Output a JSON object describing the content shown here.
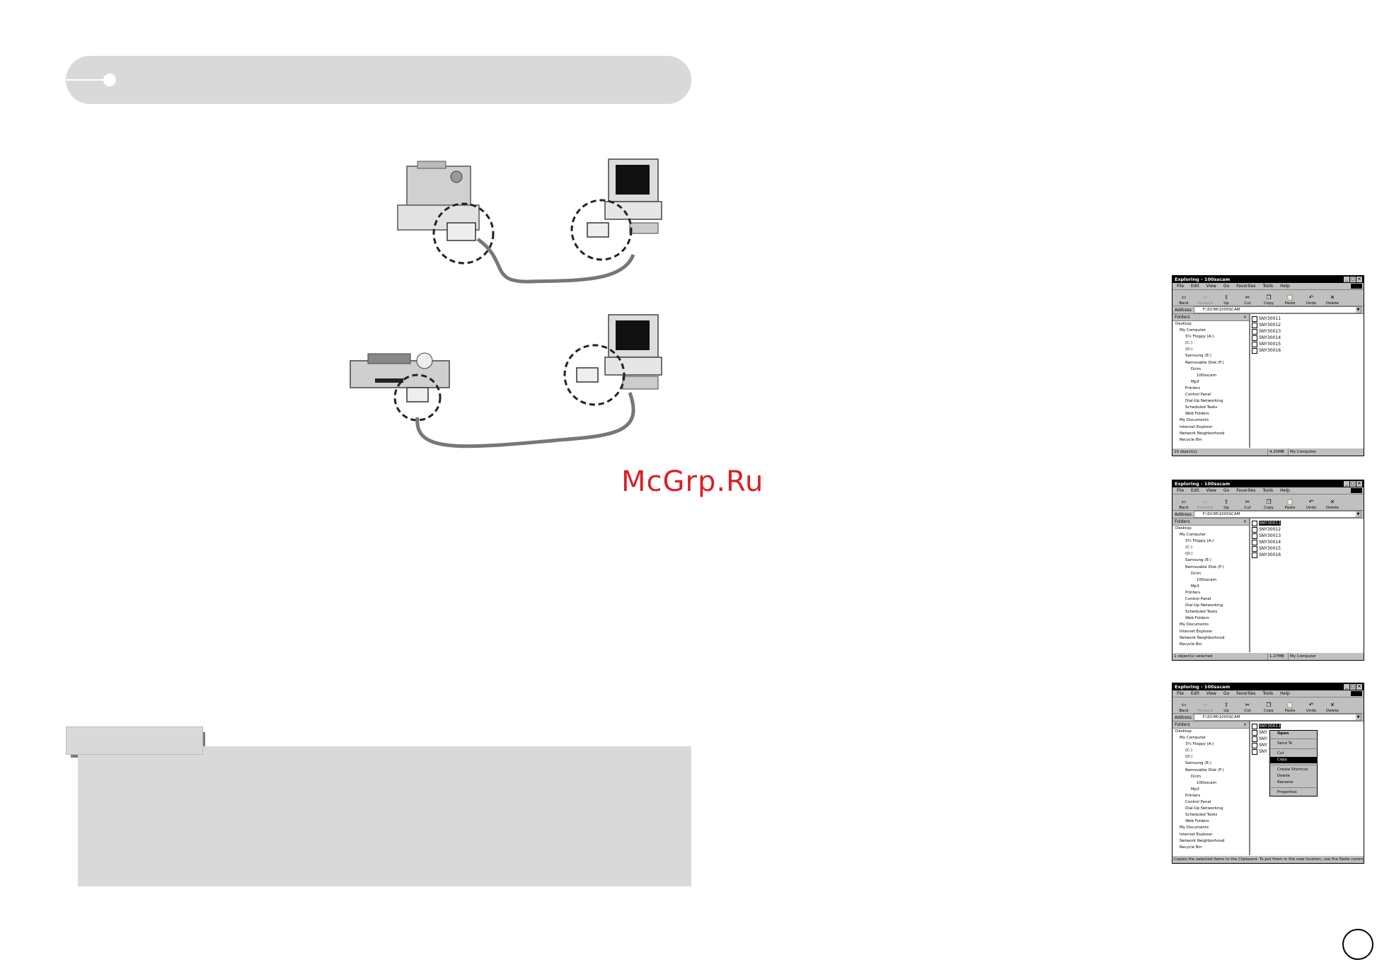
{
  "watermark": "McGrp.Ru",
  "windows": [
    {
      "title": "Exploring - 100sscam",
      "menu": [
        "File",
        "Edit",
        "View",
        "Go",
        "Favorites",
        "Tools",
        "Help"
      ],
      "toolbar": [
        "Back",
        "Forward",
        "Up",
        "Cut",
        "Copy",
        "Paste",
        "Undo",
        "Delete"
      ],
      "address_label": "Address",
      "address_value": "F:\\DCIM\\100SSCAM",
      "folders_label": "Folders",
      "tree": [
        "Desktop",
        "My Computer",
        "3½ Floppy (A:)",
        "(C:)",
        "(D:)",
        "Samsung (E:)",
        "Removable Disk (F:)",
        "Dcim",
        "100sscam",
        "Mp3",
        "Printers",
        "Control Panel",
        "Dial-Up Networking",
        "Scheduled Tasks",
        "Web Folders",
        "My Documents",
        "Internet Explorer",
        "Network Neighborhood",
        "Recycle Bin"
      ],
      "files": [
        "SNY30011",
        "SNY30012",
        "SNY30013",
        "SNY30014",
        "SNY30015",
        "SNY30016"
      ],
      "status": [
        "10 object(s)",
        "4.25MB",
        "My Computer"
      ]
    },
    {
      "title": "Exploring - 100sscam",
      "menu": [
        "File",
        "Edit",
        "View",
        "Go",
        "Favorites",
        "Tools",
        "Help"
      ],
      "toolbar": [
        "Back",
        "Forward",
        "Up",
        "Cut",
        "Copy",
        "Paste",
        "Undo",
        "Delete"
      ],
      "address_label": "Address",
      "address_value": "F:\\DCIM\\100SSCAM",
      "folders_label": "Folders",
      "tree": [
        "Desktop",
        "My Computer",
        "3½ Floppy (A:)",
        "(C:)",
        "(D:)",
        "Samsung (E:)",
        "Removable Disk (F:)",
        "Dcim",
        "100sscam",
        "Mp3",
        "Printers",
        "Control Panel",
        "Dial-Up Networking",
        "Scheduled Tasks",
        "Web Folders",
        "My Documents",
        "Internet Explorer",
        "Network Neighborhood",
        "Recycle Bin"
      ],
      "files": [
        "SNY30011",
        "SNY30012",
        "SNY30013",
        "SNY30014",
        "SNY30015",
        "SNY30016"
      ],
      "status": [
        "1 object(s) selected",
        "1.27MB",
        "My Computer"
      ]
    },
    {
      "title": "Exploring - 100sscam",
      "menu": [
        "File",
        "Edit",
        "View",
        "Go",
        "Favorites",
        "Tools",
        "Help"
      ],
      "toolbar": [
        "Back",
        "Forward",
        "Up",
        "Cut",
        "Copy",
        "Paste",
        "Undo",
        "Delete"
      ],
      "address_label": "Address",
      "address_value": "F:\\DCIM\\100SSCAM",
      "folders_label": "Folders",
      "tree": [
        "Desktop",
        "My Computer",
        "3½ Floppy (A:)",
        "(C:)",
        "(D:)",
        "Samsung (E:)",
        "Removable Disk (F:)",
        "Dcim",
        "100sscam",
        "Mp3",
        "Printers",
        "Control Panel",
        "Dial-Up Networking",
        "Scheduled Tasks",
        "Web Folders",
        "My Documents",
        "Internet Explorer",
        "Network Neighborhood",
        "Recycle Bin"
      ],
      "files": [
        "SNY30011",
        "SNY",
        "SNY",
        "SNY",
        "SNY"
      ],
      "context_menu": [
        "Open",
        "Send To",
        "Cut",
        "Copy",
        "Create Shortcut",
        "Delete",
        "Rename",
        "Properties"
      ],
      "status_text": "Copies the selected items to the Clipboard. To put them in the new location, use the Paste command."
    }
  ]
}
